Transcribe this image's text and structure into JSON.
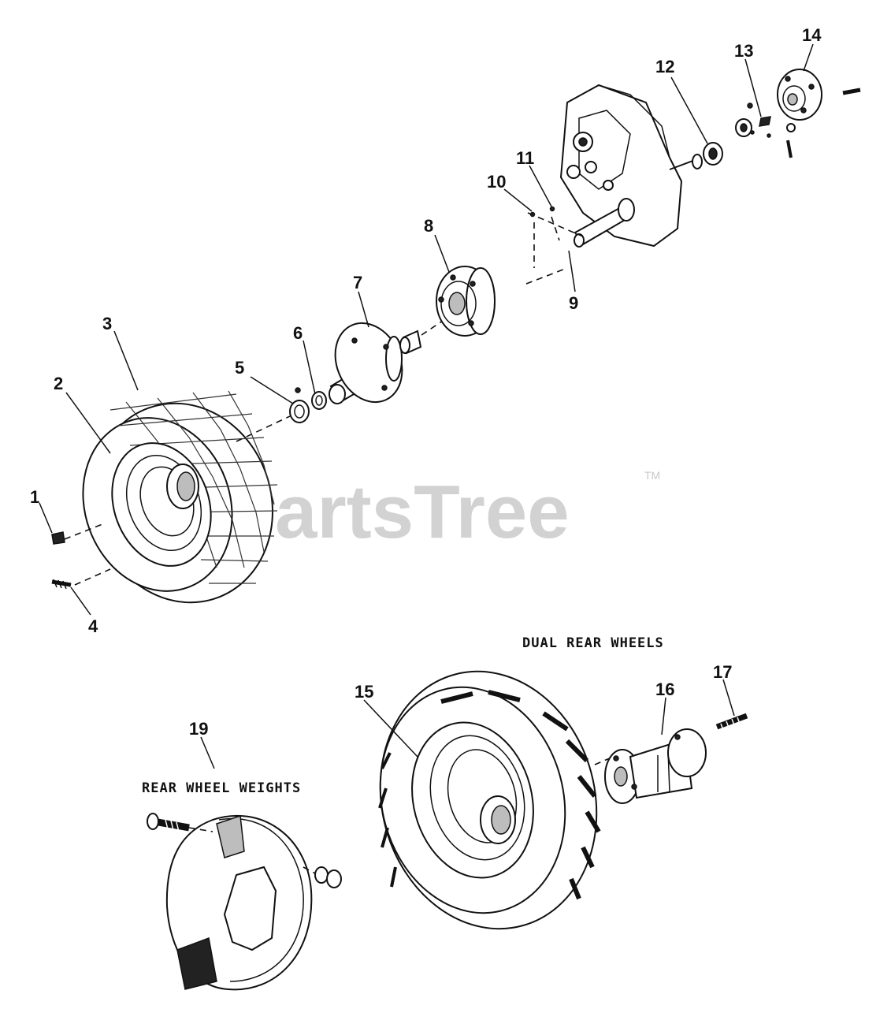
{
  "watermark": {
    "text": "PartsTree",
    "tm": "TM"
  },
  "captions": {
    "dual_rear_wheels": "DUAL REAR WHEELS",
    "rear_wheel_weights": "REAR WHEEL WEIGHTS"
  },
  "callouts": {
    "c1": "1",
    "c2": "2",
    "c3": "3",
    "c4": "4",
    "c5": "5",
    "c6": "6",
    "c7": "7",
    "c8": "8",
    "c9": "9",
    "c10": "10",
    "c11": "11",
    "c12": "12",
    "c13": "13",
    "c14": "14",
    "c15": "15",
    "c16": "16",
    "c17": "17",
    "c19": "19"
  }
}
